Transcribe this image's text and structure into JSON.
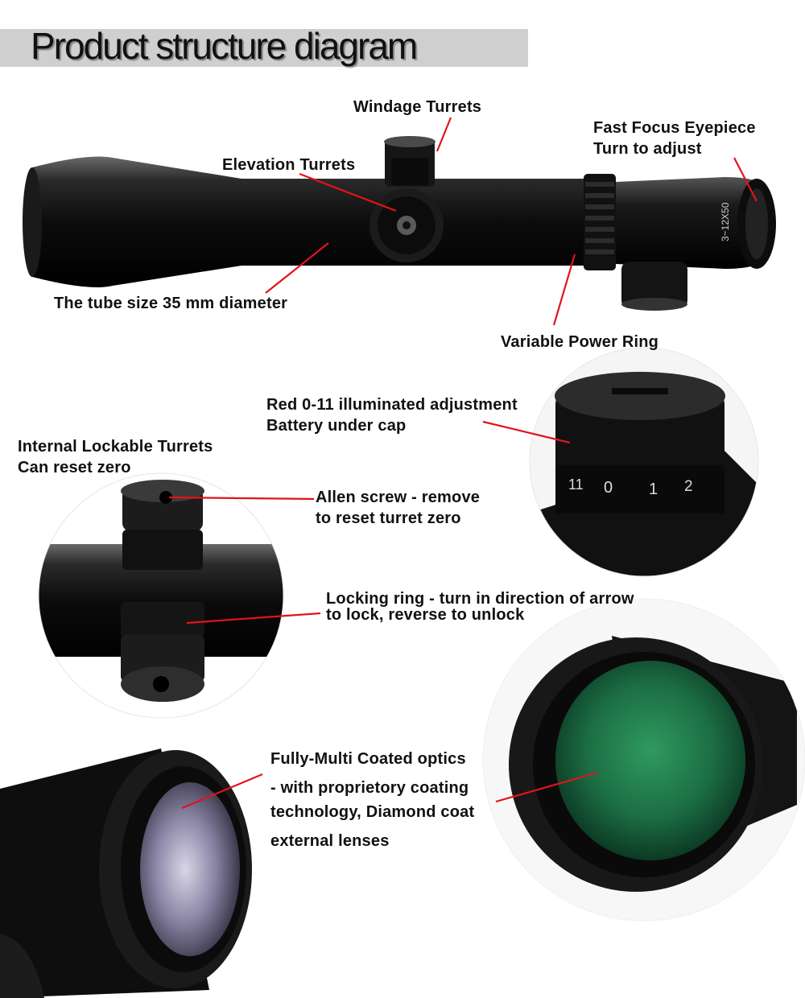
{
  "header": {
    "title": "Product structure diagram"
  },
  "labels": {
    "windage": "Windage Turrets",
    "focus_line1": "Fast Focus Eyepiece",
    "focus_line2": "Turn to adjust",
    "elevation": "Elevation Turrets",
    "tube": "The tube size 35 mm diameter",
    "power_ring": "Variable Power Ring",
    "illum_line1": "Red 0-11 illuminated adjustment",
    "illum_line2": "Battery under cap",
    "lockable_line1": "Internal Lockable Turrets",
    "lockable_line2": "Can reset zero",
    "allen_line1": "Allen screw - remove",
    "allen_line2": "to reset turret zero",
    "locking_line1": "Locking ring - turn in direction of arrow",
    "locking_line2": "to lock, reverse to unlock",
    "optics_line1": "Fully-Multi Coated optics",
    "optics_line2": "- with proprietory coating",
    "optics_line3": "technology, Diamond coat",
    "optics_line4": "external lenses"
  },
  "markings": {
    "scope_model": "3~12X50",
    "illum_dial": [
      "11",
      "0",
      "1",
      "2"
    ]
  },
  "colors": {
    "pointer": "#e0141b",
    "scope_body": "#111111",
    "lens_green": "#1f7a4a"
  }
}
